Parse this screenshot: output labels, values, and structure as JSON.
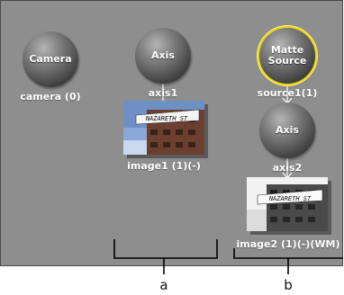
{
  "nodes": {
    "camera": {
      "label": "Camera",
      "caption": "camera (0)"
    },
    "axis1": {
      "label": "Axis",
      "caption": "axis1"
    },
    "matte_source": {
      "label": "Matte\nSource",
      "caption": "source1(1)"
    },
    "axis2": {
      "label": "Axis",
      "caption": "axis2"
    }
  },
  "images": {
    "image1": {
      "caption": "image1 (1)(-)",
      "banner": "NAZARETH ST"
    },
    "image2": {
      "caption": "image2 (1)(-)(WM)",
      "banner": "NAZARETH ST"
    }
  },
  "callouts": {
    "a": "a",
    "b": "b"
  },
  "colors": {
    "stage": "#8e8e8e",
    "selected_outline": "#e8d21a",
    "connector": "#ffffff"
  }
}
